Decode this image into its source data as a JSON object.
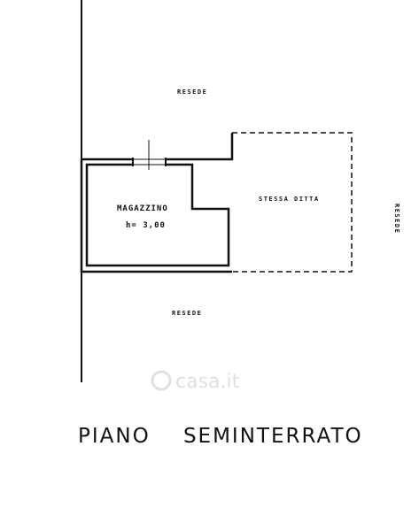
{
  "labels": {
    "resede_top": "RESEDE",
    "resede_right": "RESEDE",
    "resede_bottom": "RESEDE",
    "room_name": "MAGAZZINO",
    "room_height": "h= 3,00",
    "adjacent": "STESSA DITTA"
  },
  "title": "PIANO    SEMINTERRATO",
  "watermark": "casa.it",
  "colors": {
    "ink": "#111111",
    "watermark": "#dddddd"
  }
}
